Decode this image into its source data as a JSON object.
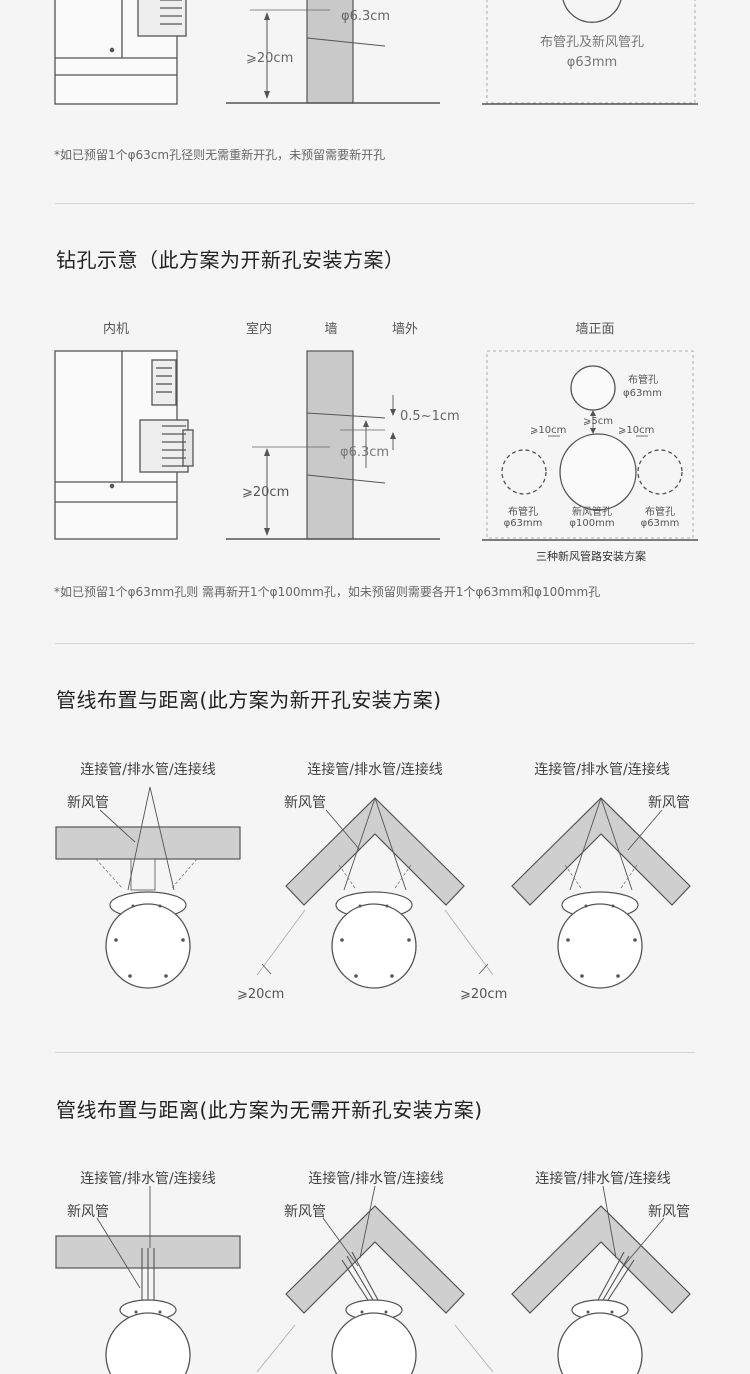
{
  "section1": {
    "dim_label": "⩾20cm",
    "hole_label": "φ6.3cm",
    "wall_face_label_1": "布管孔及新风管孔",
    "wall_face_label_2": "φ63mm",
    "note": "*如已预留1个φ63cm孔径则无需重新开孔，未预留需要新开孔"
  },
  "section2": {
    "title": "钻孔示意（此方案为开新孔安装方案）",
    "col_indoor_unit": "内机",
    "col_indoor": "室内",
    "col_wall": "墙",
    "col_outdoor": "墙外",
    "col_wall_face": "墙正面",
    "slope_label": "0.5~1cm",
    "hole_label": "φ6.3cm",
    "dim_label": "⩾20cm",
    "top_hole_label_1": "布管孔",
    "top_hole_label_2": "φ63mm",
    "gap_top": "⩾5cm",
    "gap_left": "⩾10cm",
    "gap_right": "⩾10cm",
    "left_hole_label_1": "布管孔",
    "left_hole_label_2": "φ63mm",
    "center_hole_label_1": "新风管孔",
    "center_hole_label_2": "φ100mm",
    "right_hole_label_1": "布管孔",
    "right_hole_label_2": "φ63mm",
    "caption": "三种新风管路安装方案",
    "note": "*如已预留1个φ63mm孔则 需再新开1个φ100mm孔，如未预留则需要各开1个φ63mm和φ100mm孔"
  },
  "section3": {
    "title": "管线布置与距离(此方案为新开孔安装方案)",
    "pipes_label": "连接管/排水管/连接线",
    "fresh_air_label": "新风管",
    "dim_left": "⩾20cm",
    "dim_right": "⩾20cm"
  },
  "section4": {
    "title": "管线布置与距离(此方案为无需开新孔安装方案)",
    "pipes_label": "连接管/排水管/连接线",
    "fresh_air_label": "新风管"
  }
}
